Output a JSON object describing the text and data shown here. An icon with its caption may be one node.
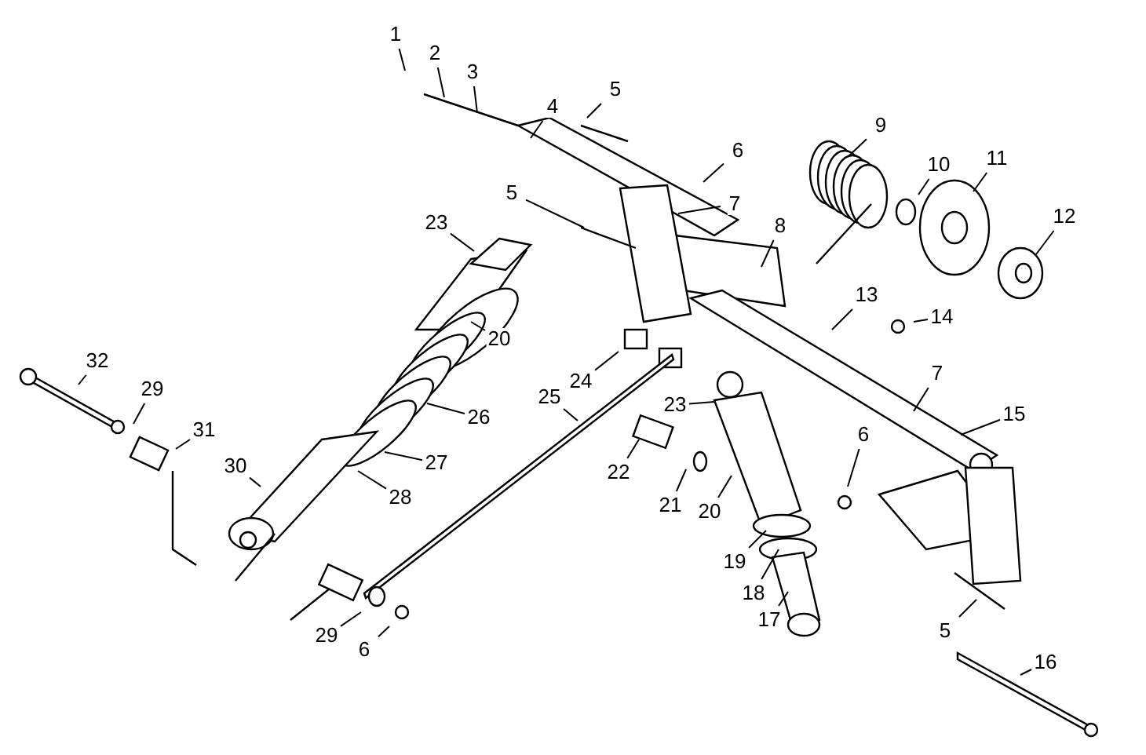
{
  "diagram": {
    "nodes": [
      {
        "text": [
          "1"
        ]
      },
      {
        "text": [
          "2"
        ]
      },
      {
        "text": [
          "3"
        ]
      },
      {
        "text": [
          "5"
        ]
      },
      {
        "text": [
          "4"
        ]
      },
      {
        "text": [
          "9"
        ]
      },
      {
        "text": [
          "6"
        ]
      },
      {
        "text": [
          "11"
        ]
      },
      {
        "text": [
          "10"
        ]
      },
      {
        "text": [
          "5"
        ]
      },
      {
        "text": [
          "7"
        ]
      },
      {
        "text": [
          "23"
        ]
      },
      {
        "text": [
          "8"
        ]
      },
      {
        "text": [
          "12"
        ]
      },
      {
        "text": [
          "13"
        ]
      },
      {
        "text": [
          "14"
        ]
      },
      {
        "text": [
          "20"
        ]
      },
      {
        "text": [
          "32"
        ]
      },
      {
        "text": [
          "24"
        ]
      },
      {
        "text": [
          "7"
        ]
      },
      {
        "text": [
          "29"
        ]
      },
      {
        "text": [
          "25"
        ]
      },
      {
        "text": [
          "23"
        ]
      },
      {
        "text": [
          "26"
        ]
      },
      {
        "text": [
          "15"
        ]
      },
      {
        "text": [
          "6"
        ]
      },
      {
        "text": [
          "31"
        ]
      },
      {
        "text": [
          "30"
        ]
      },
      {
        "text": [
          "27"
        ]
      },
      {
        "text": [
          "22"
        ]
      },
      {
        "text": [
          "21"
        ]
      },
      {
        "text": [
          "20"
        ]
      },
      {
        "text": [
          "28"
        ]
      },
      {
        "text": [
          "19"
        ]
      },
      {
        "text": [
          "18"
        ]
      },
      {
        "text": [
          "17"
        ]
      },
      {
        "text": [
          "5"
        ]
      },
      {
        "text": [
          "29"
        ]
      },
      {
        "text": [
          "6"
        ]
      },
      {
        "text": [
          "16"
        ]
      }
    ],
    "edges": [
      {
        "from": 0,
        "to": null,
        "arrow": "none"
      },
      {
        "from": 1,
        "to": null,
        "arrow": "none"
      },
      {
        "from": 2,
        "to": null,
        "arrow": "none"
      },
      {
        "from": 3,
        "to": null,
        "arrow": "none"
      },
      {
        "from": 4,
        "to": null,
        "arrow": "none"
      },
      {
        "from": 5,
        "to": null,
        "arrow": "none"
      },
      {
        "from": 6,
        "to": null,
        "arrow": "none"
      },
      {
        "from": 7,
        "to": null,
        "arrow": "none"
      },
      {
        "from": 8,
        "to": null,
        "arrow": "none"
      },
      {
        "from": 9,
        "to": null,
        "arrow": "none"
      },
      {
        "from": 10,
        "to": null,
        "arrow": "none"
      },
      {
        "from": 11,
        "to": null,
        "arrow": "none"
      },
      {
        "from": 12,
        "to": null,
        "arrow": "none"
      },
      {
        "from": 13,
        "to": null,
        "arrow": "none"
      },
      {
        "from": 14,
        "to": null,
        "arrow": "none"
      },
      {
        "from": 15,
        "to": null,
        "arrow": "none"
      },
      {
        "from": 16,
        "to": null,
        "arrow": "none"
      },
      {
        "from": 17,
        "to": null,
        "arrow": "none"
      },
      {
        "from": 18,
        "to": null,
        "arrow": "none"
      },
      {
        "from": 19,
        "to": null,
        "arrow": "none"
      },
      {
        "from": 20,
        "to": null,
        "arrow": "none"
      },
      {
        "from": 21,
        "to": null,
        "arrow": "none"
      },
      {
        "from": 22,
        "to": null,
        "arrow": "none"
      },
      {
        "from": 23,
        "to": null,
        "arrow": "none"
      },
      {
        "from": 24,
        "to": null,
        "arrow": "none"
      },
      {
        "from": 25,
        "to": null,
        "arrow": "none"
      },
      {
        "from": 26,
        "to": null,
        "arrow": "none"
      },
      {
        "from": 27,
        "to": null,
        "arrow": "none"
      },
      {
        "from": 28,
        "to": null,
        "arrow": "none"
      },
      {
        "from": 29,
        "to": null,
        "arrow": "none"
      },
      {
        "from": 30,
        "to": null,
        "arrow": "none"
      },
      {
        "from": 31,
        "to": null,
        "arrow": "none"
      },
      {
        "from": 32,
        "to": null,
        "arrow": "none"
      },
      {
        "from": 33,
        "to": null,
        "arrow": "none"
      },
      {
        "from": 34,
        "to": null,
        "arrow": "none"
      },
      {
        "from": 35,
        "to": null,
        "arrow": "none"
      },
      {
        "from": 36,
        "to": null,
        "arrow": "none"
      },
      {
        "from": 37,
        "to": null,
        "arrow": "none"
      },
      {
        "from": 38,
        "to": null,
        "arrow": "none"
      },
      {
        "from": 39,
        "to": null,
        "arrow": "none"
      }
    ]
  }
}
